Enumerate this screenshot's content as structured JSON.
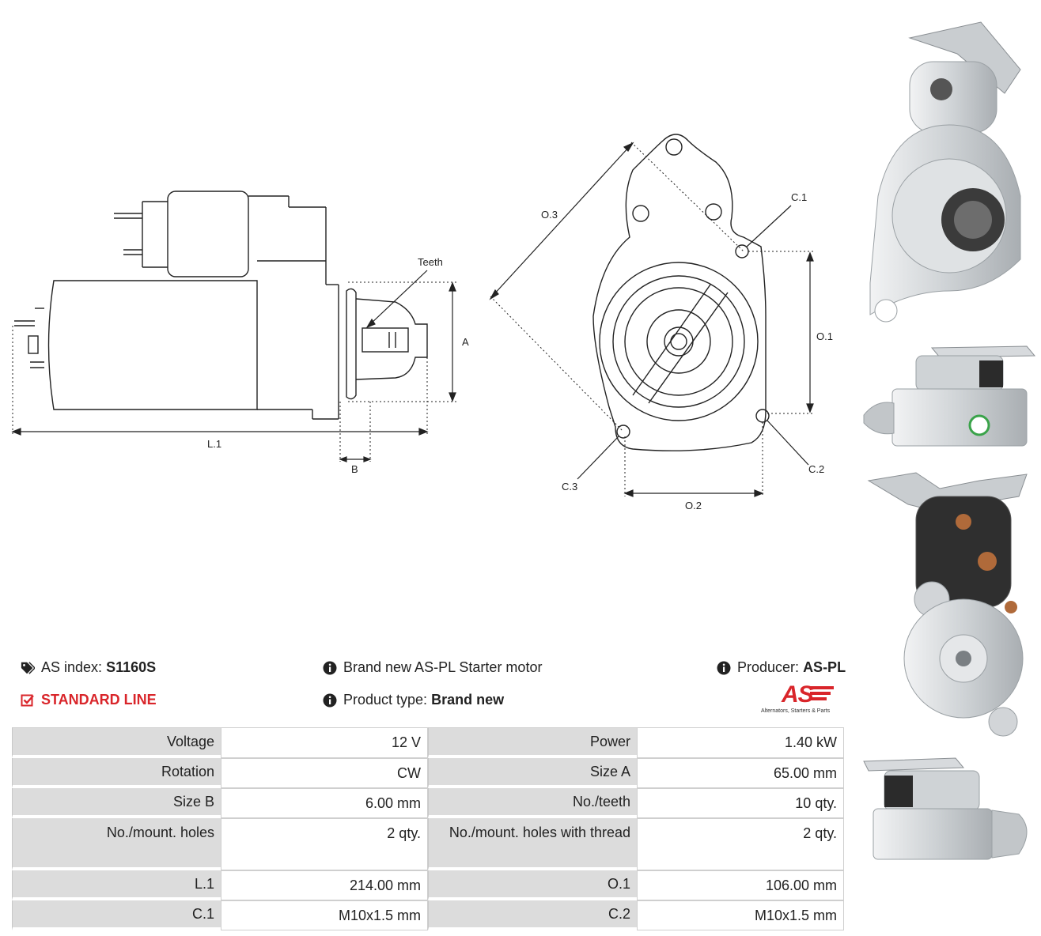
{
  "drawing": {
    "side_view_labels": {
      "teeth": "Teeth",
      "a": "A",
      "l1": "L.1",
      "b": "B"
    },
    "front_view_labels": {
      "o3": "O.3",
      "c1": "C.1",
      "o1": "O.1",
      "c2": "C.2",
      "c3": "C.3",
      "o2": "O.2"
    }
  },
  "info": {
    "as_index_label": "AS index:",
    "as_index_value": "S1160S",
    "line_label": "STANDARD LINE",
    "brand_text": "Brand new AS-PL Starter motor",
    "product_type_label": "Product type:",
    "product_type_value": "Brand new",
    "producer_label": "Producer:",
    "producer_value": "AS-PL"
  },
  "logo": {
    "mark": "AS",
    "tagline": "Alternators, Starters & Parts"
  },
  "specs": [
    {
      "l1": "Voltage",
      "v1": "12 V",
      "l2": "Power",
      "v2": "1.40 kW"
    },
    {
      "l1": "Rotation",
      "v1": "CW",
      "l2": "Size A",
      "v2": "65.00 mm"
    },
    {
      "l1": "Size B",
      "v1": "6.00 mm",
      "l2": "No./teeth",
      "v2": "10 qty."
    },
    {
      "l1": "No./mount. holes",
      "v1": "2 qty.",
      "l2": "No./mount. holes with thread",
      "v2": "2 qty."
    },
    {
      "l1": "L.1",
      "v1": "214.00 mm",
      "l2": "O.1",
      "v2": "106.00 mm"
    },
    {
      "l1": "C.1",
      "v1": "M10x1.5 mm",
      "l2": "C.2",
      "v2": "M10x1.5 mm"
    }
  ],
  "colors": {
    "accent_red": "#d9252a",
    "label_bg": "#dcdcdc",
    "line": "#222222"
  }
}
